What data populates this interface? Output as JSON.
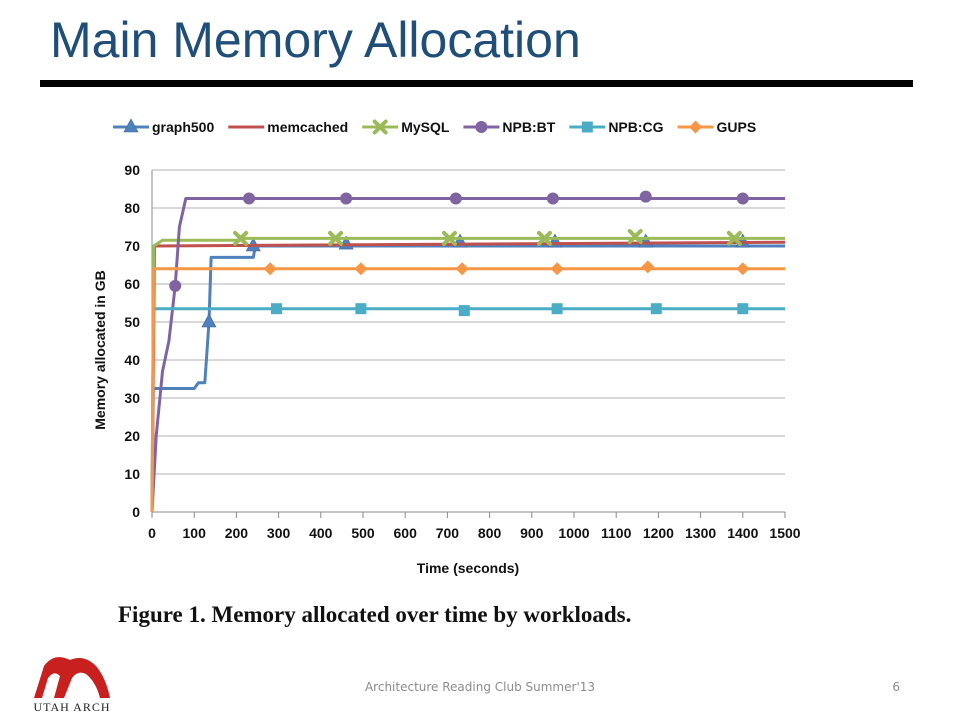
{
  "slide": {
    "title": "Main Memory Allocation",
    "caption": "Figure 1. Memory allocated over time by workloads.",
    "footer": "Architecture Reading Club Summer'13",
    "page_number": "6",
    "logo_text": "UTAH ARCH"
  },
  "colors": {
    "title": "#1f4e79",
    "grid": "#b0b0b0",
    "axis": "#8a8a8a"
  },
  "chart_data": {
    "type": "line",
    "title": "",
    "xlabel": "Time (seconds)",
    "ylabel": "Memory allocated in GB",
    "xlim": [
      0,
      1500
    ],
    "ylim": [
      0,
      90
    ],
    "xticks": [
      0,
      100,
      200,
      300,
      400,
      500,
      600,
      700,
      800,
      900,
      1000,
      1100,
      1200,
      1300,
      1400,
      1500
    ],
    "yticks": [
      0,
      10,
      20,
      30,
      40,
      50,
      60,
      70,
      80,
      90
    ],
    "grid": "horizontal",
    "legend": "top",
    "series": [
      {
        "name": "graph500",
        "color": "#4f81bd",
        "marker": "triangle",
        "points": [
          [
            0,
            0
          ],
          [
            3,
            32.5
          ],
          [
            100,
            32.5
          ],
          [
            110,
            34
          ],
          [
            125,
            34
          ],
          [
            135,
            50
          ],
          [
            140,
            67
          ],
          [
            240,
            67
          ],
          [
            245,
            70
          ],
          [
            1500,
            70
          ]
        ],
        "marker_points": [
          [
            135,
            50
          ],
          [
            240,
            70
          ],
          [
            460,
            70.5
          ],
          [
            730,
            71
          ],
          [
            955,
            71
          ],
          [
            1170,
            71
          ],
          [
            1400,
            71
          ]
        ]
      },
      {
        "name": "memcached",
        "color": "#c0504d",
        "marker": "none",
        "points": [
          [
            0,
            0
          ],
          [
            6,
            70
          ],
          [
            1500,
            71
          ]
        ],
        "marker_points": []
      },
      {
        "name": "MySQL",
        "color": "#9bbb59",
        "marker": "cross",
        "points": [
          [
            0,
            0
          ],
          [
            4,
            70
          ],
          [
            25,
            71.5
          ],
          [
            200,
            71.5
          ],
          [
            220,
            72
          ],
          [
            1500,
            72
          ]
        ],
        "marker_points": [
          [
            210,
            72
          ],
          [
            435,
            72
          ],
          [
            705,
            72
          ],
          [
            930,
            72
          ],
          [
            1145,
            72.5
          ],
          [
            1380,
            72
          ]
        ]
      },
      {
        "name": "NPB:BT",
        "color": "#8064a2",
        "marker": "circle",
        "points": [
          [
            0,
            0
          ],
          [
            10,
            20
          ],
          [
            25,
            37
          ],
          [
            40,
            45
          ],
          [
            55,
            59.5
          ],
          [
            65,
            75
          ],
          [
            80,
            82.5
          ],
          [
            1500,
            82.5
          ]
        ],
        "marker_points": [
          [
            55,
            59.5
          ],
          [
            230,
            82.5
          ],
          [
            460,
            82.5
          ],
          [
            720,
            82.5
          ],
          [
            950,
            82.5
          ],
          [
            1170,
            83
          ],
          [
            1400,
            82.5
          ]
        ]
      },
      {
        "name": "NPB:CG",
        "color": "#4bacc6",
        "marker": "square",
        "points": [
          [
            0,
            0
          ],
          [
            3,
            53.5
          ],
          [
            1500,
            53.5
          ]
        ],
        "marker_points": [
          [
            295,
            53.5
          ],
          [
            495,
            53.5
          ],
          [
            740,
            53
          ],
          [
            960,
            53.5
          ],
          [
            1195,
            53.5
          ],
          [
            1400,
            53.5
          ]
        ]
      },
      {
        "name": "GUPS",
        "color": "#f79646",
        "marker": "diamond",
        "points": [
          [
            0,
            0
          ],
          [
            4,
            64
          ],
          [
            1500,
            64
          ]
        ],
        "marker_points": [
          [
            280,
            64
          ],
          [
            495,
            64
          ],
          [
            735,
            64
          ],
          [
            960,
            64
          ],
          [
            1175,
            64.5
          ],
          [
            1400,
            64
          ]
        ]
      }
    ]
  }
}
